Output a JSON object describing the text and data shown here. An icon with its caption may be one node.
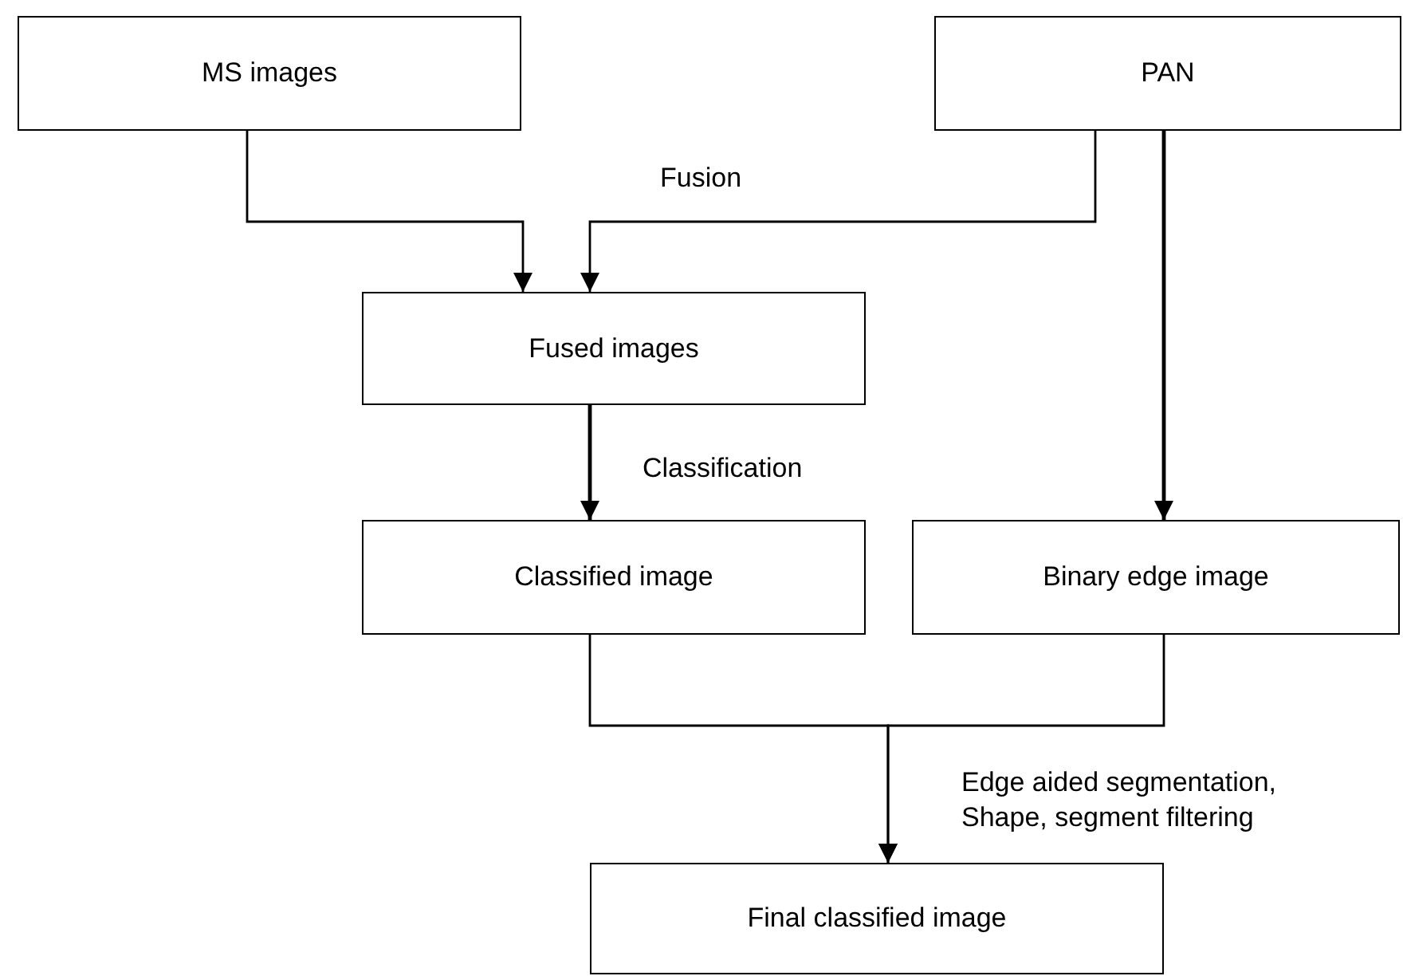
{
  "diagram": {
    "nodes": [
      {
        "text": [
          "MS images"
        ]
      },
      {
        "text": [
          "PAN"
        ]
      },
      {
        "text": [
          "Fused images"
        ]
      },
      {
        "text": [
          "Classified image"
        ]
      },
      {
        "text": [
          "Binary edge image"
        ]
      },
      {
        "text": [
          "Final classified image"
        ]
      }
    ],
    "edges": [
      {
        "from": 0,
        "to": 2,
        "arrow": "to"
      },
      {
        "from": 1,
        "to": 2,
        "arrow": "to"
      },
      {
        "from": 2,
        "to": 3,
        "arrow": "to",
        "label": "Classification"
      },
      {
        "from": 1,
        "to": 4,
        "arrow": "to"
      },
      {
        "from": 3,
        "to": 5,
        "arrow": "to",
        "label": "Edge aided segmentation, Shape, segment filtering"
      },
      {
        "from": 4,
        "to": 5,
        "arrow": "to"
      }
    ],
    "labels": [
      "Fusion"
    ]
  }
}
